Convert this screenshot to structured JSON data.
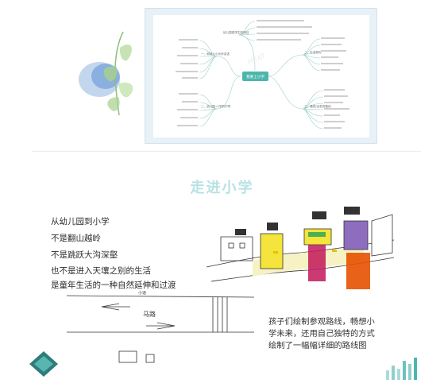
{
  "mindmap": {
    "center": "我要上小学",
    "watermark": "HEAT",
    "branches": {
      "top_left": {
        "label": "幼儿园感学生的特征"
      },
      "mid_left": {
        "label": "一、和幼儿小伙伴讲述"
      },
      "bottom_left": {
        "label": "二、幼儿园-小学的不同"
      },
      "top_right": {
        "label": "二、生活变化"
      },
      "bottom_right": {
        "label": "三、路线/出发的路线"
      }
    }
  },
  "section": {
    "title": "走进小学"
  },
  "poem": {
    "lines": [
      "从幼儿园到小学",
      "不是翻山越岭",
      "不是跳跃大沟深壑",
      "也不是进入天壤之别的生活",
      "是童年生活的一种自然延伸和过渡"
    ]
  },
  "caption": {
    "lines": [
      "孩子们绘制参观路线，畅想小",
      "学未来，还用自己独特的方式",
      "绘制了一幅幅详细的路线图"
    ]
  },
  "sketch": {
    "top_label": "小道",
    "road_label": "马路"
  },
  "colors": {
    "title": "#b7e2e4",
    "accent": "#3ab5a8",
    "center_node": "#4db6ac"
  }
}
